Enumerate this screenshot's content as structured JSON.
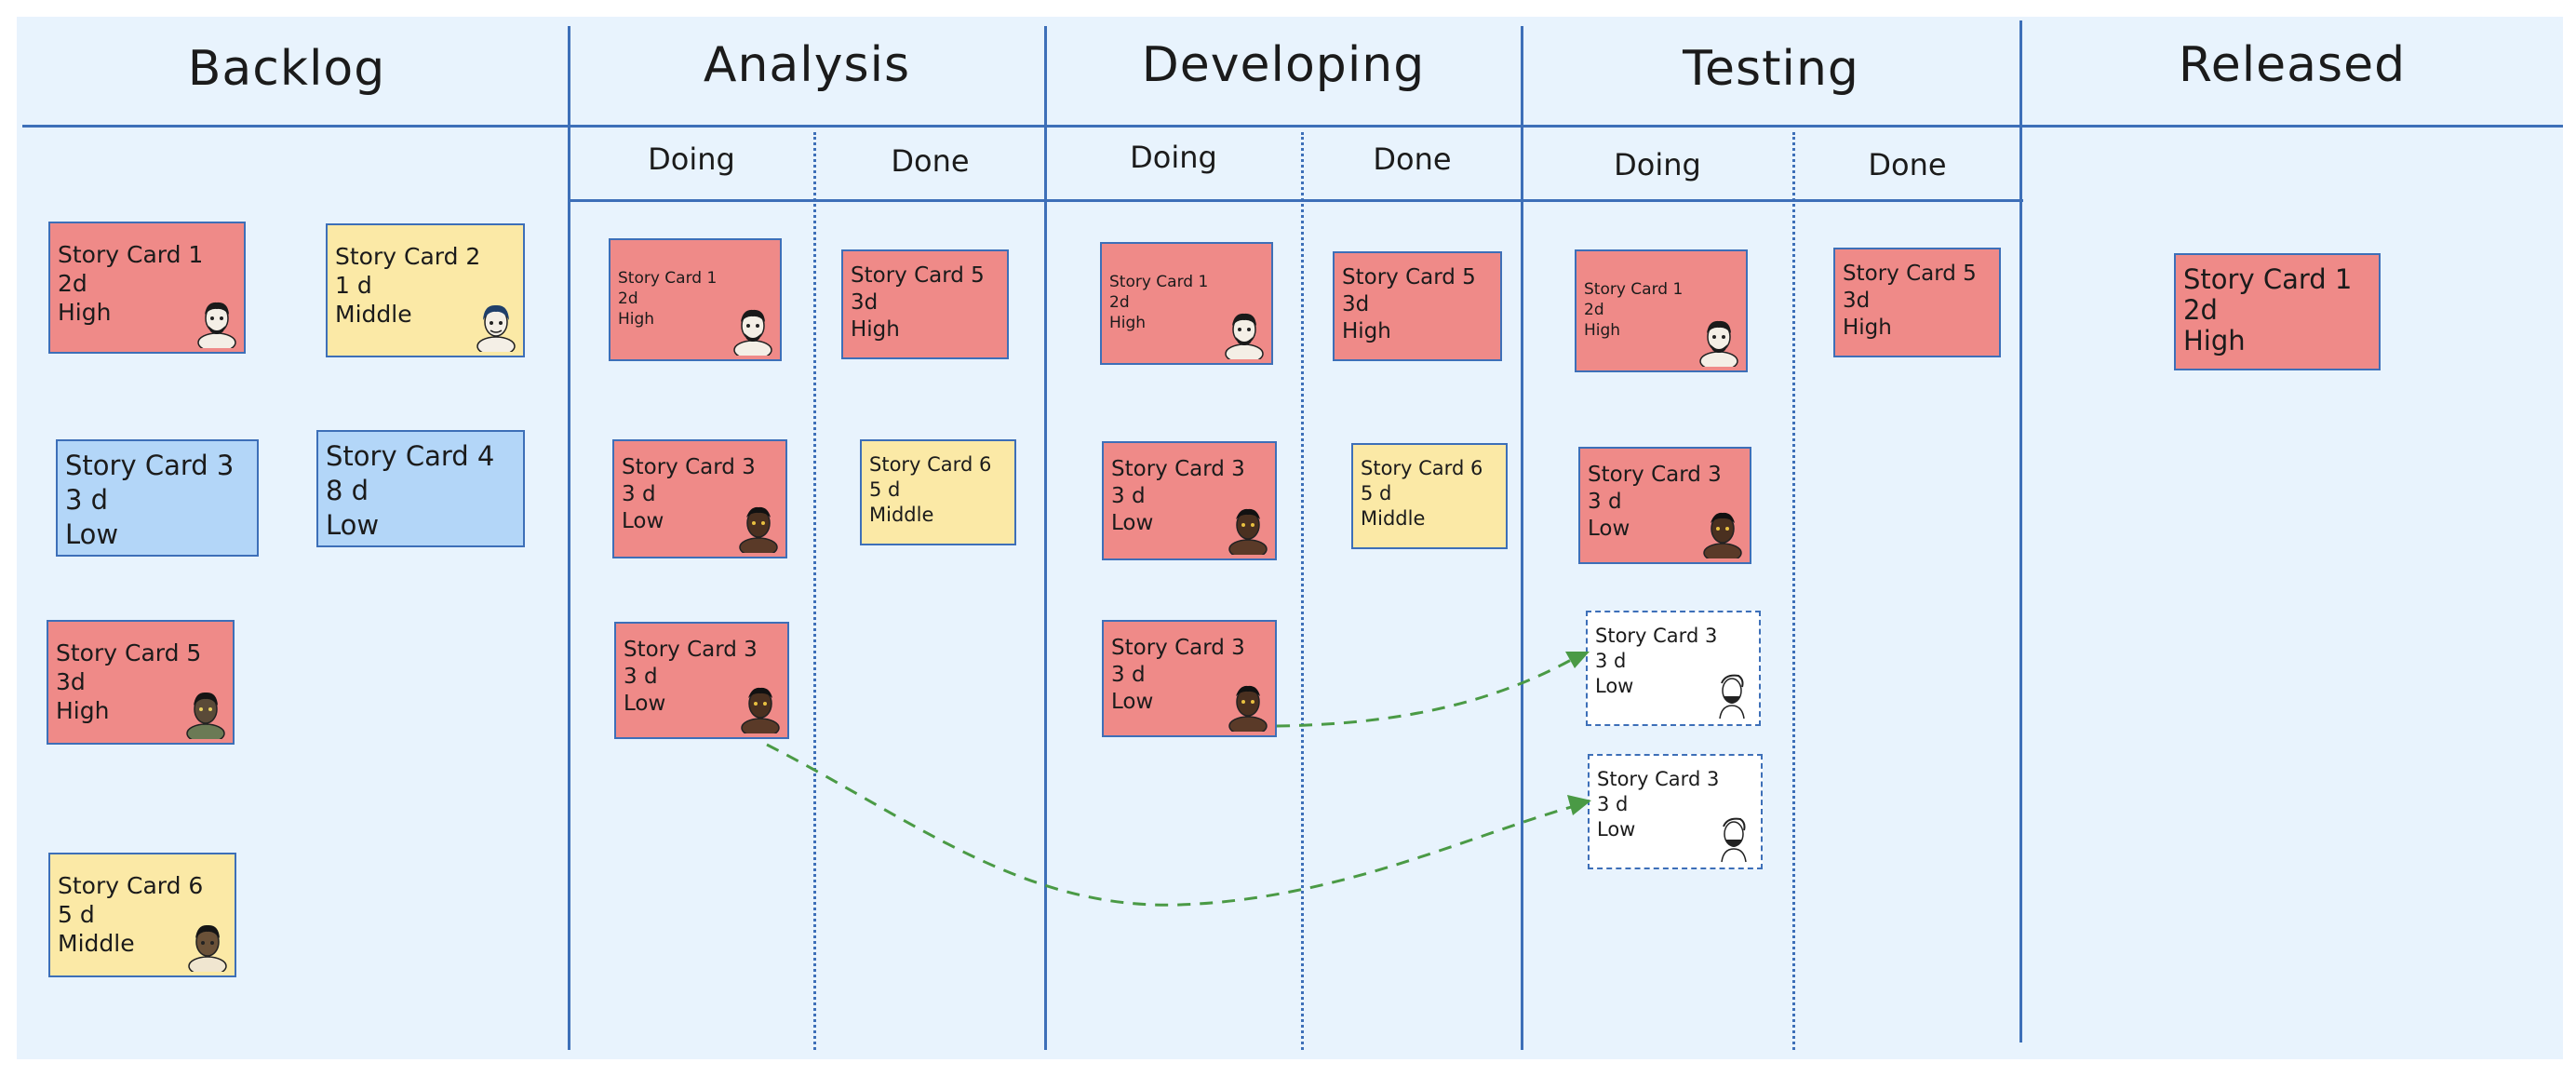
{
  "columns": {
    "backlog": "Backlog",
    "analysis": "Analysis",
    "developing": "Developing",
    "testing": "Testing",
    "released": "Released"
  },
  "subcolumns": {
    "doing": "Doing",
    "done": "Done"
  },
  "colors": {
    "high": "#ef8a88",
    "middle": "#fbe9a6",
    "low": "#b3d6f8",
    "lines": "#3d6fb8",
    "arrow": "#4a9a45"
  },
  "cards": [
    {
      "id": "backlog-card-1",
      "lines": [
        "Story Card 1",
        "2d",
        "High"
      ]
    },
    {
      "id": "backlog-card-2",
      "lines": [
        "Story Card 2",
        "1 d",
        "Middle"
      ]
    },
    {
      "id": "backlog-card-3",
      "lines": [
        "Story Card 3",
        "3 d",
        "Low"
      ]
    },
    {
      "id": "backlog-card-4",
      "lines": [
        "Story Card 4",
        "8 d",
        "Low"
      ]
    },
    {
      "id": "backlog-card-5",
      "lines": [
        "Story Card 5",
        "3d",
        "High"
      ]
    },
    {
      "id": "backlog-card-6",
      "lines": [
        "Story Card 6",
        "5 d",
        "Middle"
      ]
    },
    {
      "id": "analysis-doing-card-1",
      "lines": [
        "Story Card 1",
        "2d",
        "High"
      ]
    },
    {
      "id": "analysis-doing-card-3a",
      "lines": [
        "Story Card 3",
        "3 d",
        "Low"
      ]
    },
    {
      "id": "analysis-doing-card-3b",
      "lines": [
        "Story Card 3",
        "3 d",
        "Low"
      ]
    },
    {
      "id": "analysis-done-card-5",
      "lines": [
        "Story Card 5",
        "3d",
        "High"
      ]
    },
    {
      "id": "analysis-done-card-6",
      "lines": [
        "Story Card 6",
        "5 d",
        "Middle"
      ]
    },
    {
      "id": "developing-doing-card-1",
      "lines": [
        "Story Card 1",
        "2d",
        "High"
      ]
    },
    {
      "id": "developing-doing-card-3a",
      "lines": [
        "Story Card 3",
        "3 d",
        "Low"
      ]
    },
    {
      "id": "developing-doing-card-3b",
      "lines": [
        "Story Card 3",
        "3 d",
        "Low"
      ]
    },
    {
      "id": "developing-done-card-5",
      "lines": [
        "Story Card 5",
        "3d",
        "High"
      ]
    },
    {
      "id": "developing-done-card-6",
      "lines": [
        "Story Card 6",
        "5 d",
        "Middle"
      ]
    },
    {
      "id": "testing-doing-card-1",
      "lines": [
        "Story Card 1",
        "2d",
        "High"
      ]
    },
    {
      "id": "testing-doing-card-3",
      "lines": [
        "Story Card 3",
        "3 d",
        "Low"
      ]
    },
    {
      "id": "testing-doing-card-3-ghost-a",
      "lines": [
        "Story Card 3",
        "3 d",
        "Low"
      ]
    },
    {
      "id": "testing-doing-card-3-ghost-b",
      "lines": [
        "Story Card 3",
        "3 d",
        "Low"
      ]
    },
    {
      "id": "testing-done-card-5",
      "lines": [
        "Story Card 5",
        "3d",
        "High"
      ]
    },
    {
      "id": "released-card-1",
      "lines": [
        "Story Card 1",
        "2d",
        "High"
      ]
    }
  ]
}
